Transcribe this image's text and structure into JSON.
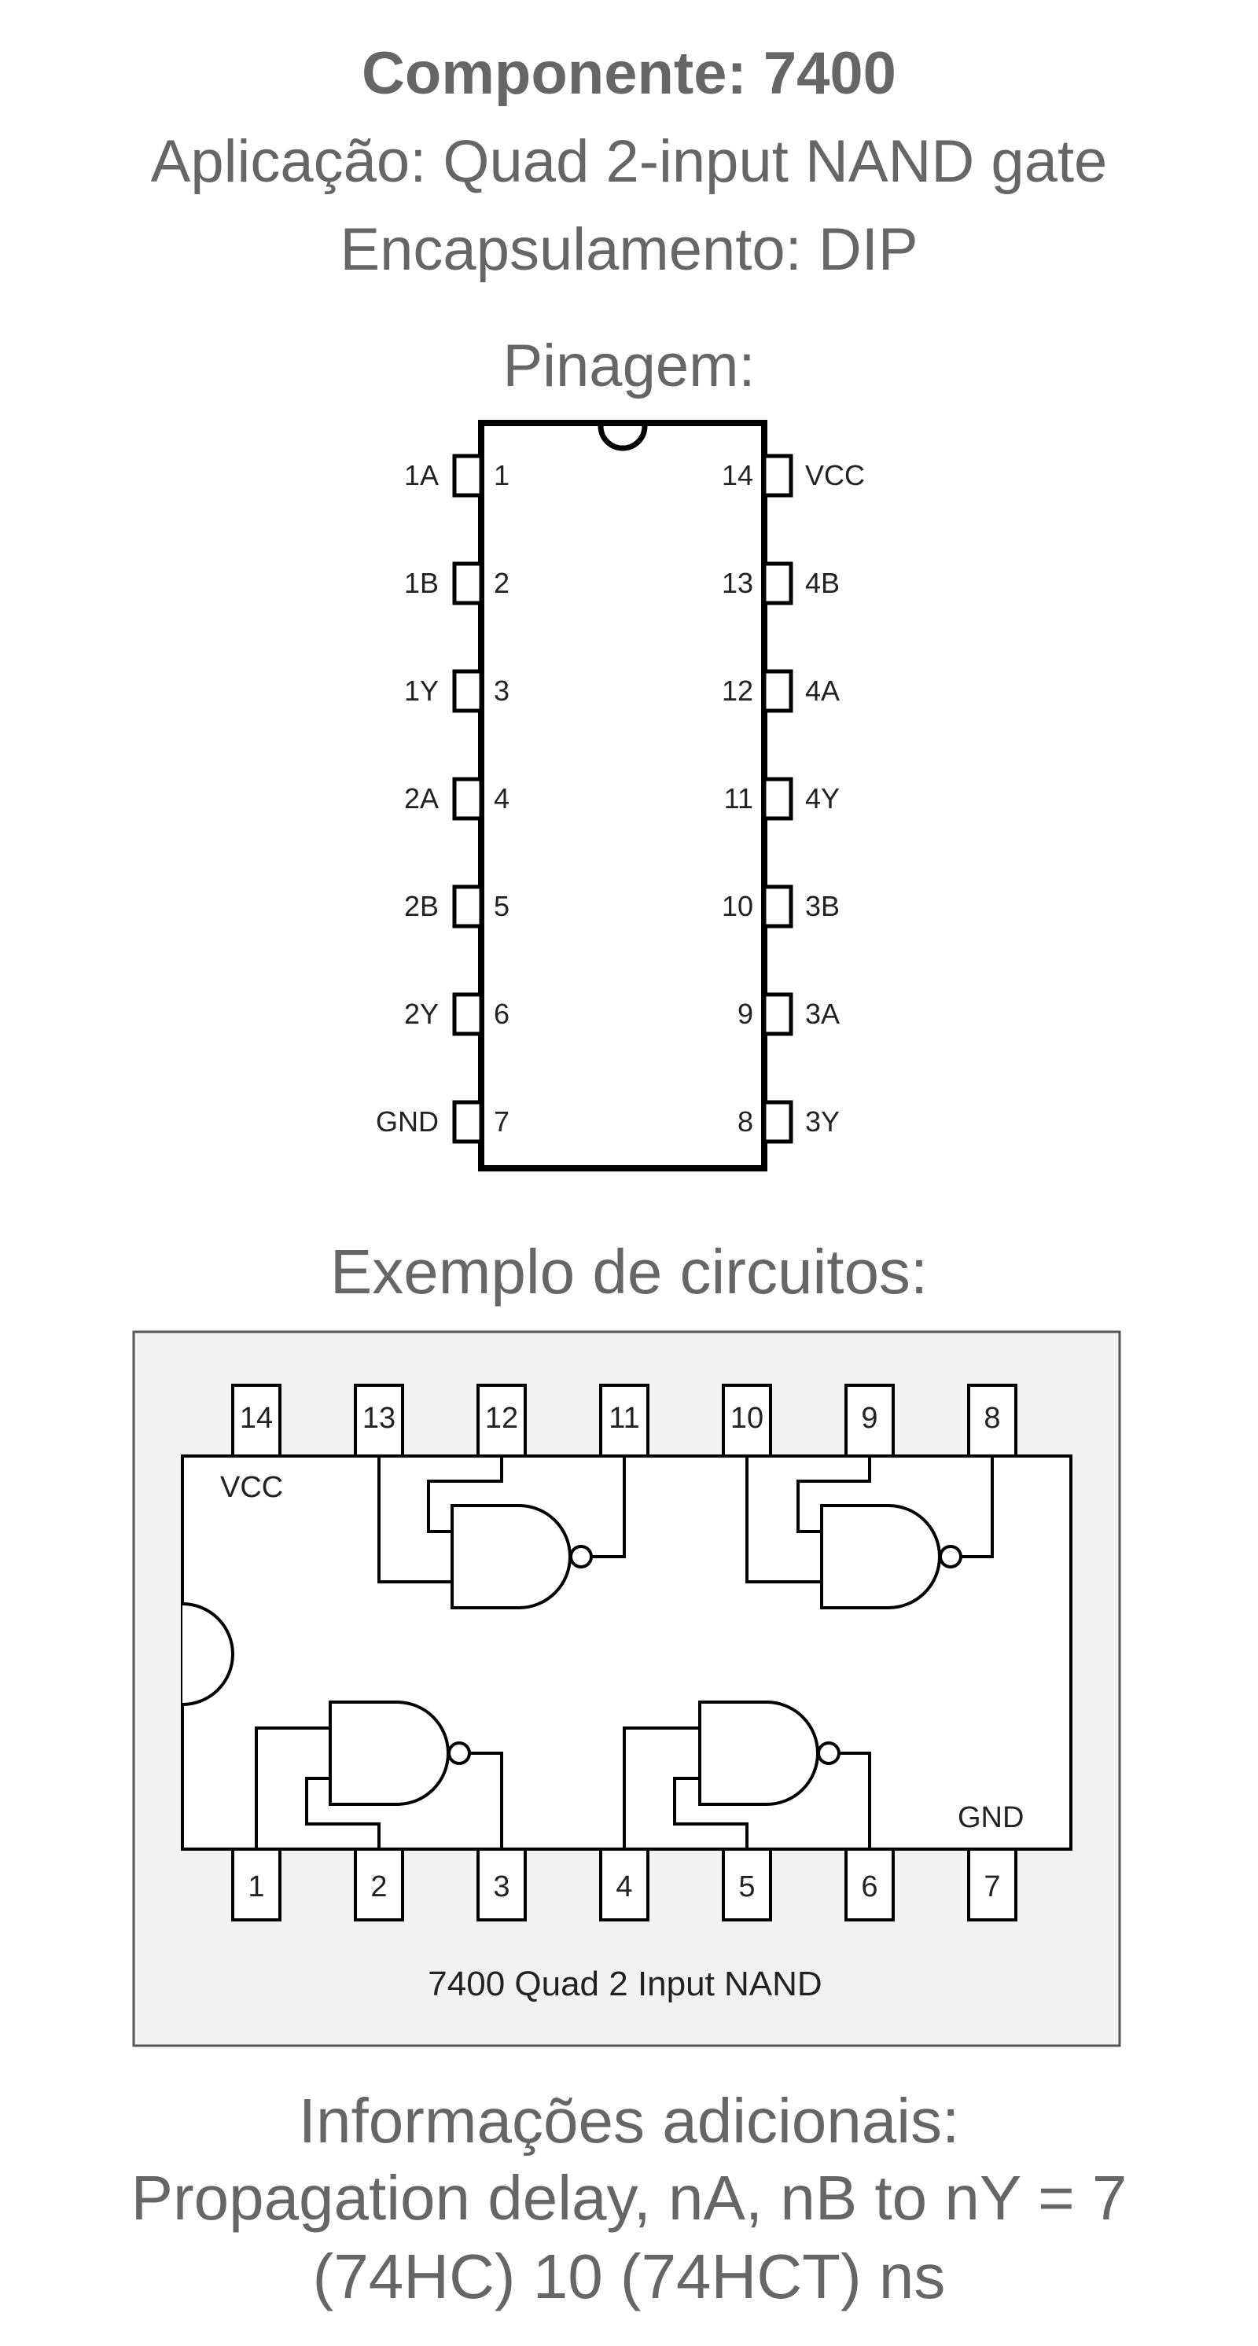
{
  "header": {
    "title": "Componente: 7400",
    "application": "Aplicação: Quad 2-input NAND gate",
    "package": "Encapsulamento: DIP"
  },
  "pinout": {
    "heading": "Pinagem:",
    "left_pins": [
      {
        "name": "1A",
        "number": "1"
      },
      {
        "name": "1B",
        "number": "2"
      },
      {
        "name": "1Y",
        "number": "3"
      },
      {
        "name": "2A",
        "number": "4"
      },
      {
        "name": "2B",
        "number": "5"
      },
      {
        "name": "2Y",
        "number": "6"
      },
      {
        "name": "GND",
        "number": "7"
      }
    ],
    "right_pins": [
      {
        "name": "VCC",
        "number": "14"
      },
      {
        "name": "4B",
        "number": "13"
      },
      {
        "name": "4A",
        "number": "12"
      },
      {
        "name": "4Y",
        "number": "11"
      },
      {
        "name": "3B",
        "number": "10"
      },
      {
        "name": "3A",
        "number": "9"
      },
      {
        "name": "3Y",
        "number": "8"
      }
    ]
  },
  "example": {
    "heading": "Exemplo de circuitos:",
    "top_pins": [
      "14",
      "13",
      "12",
      "11",
      "10",
      "9",
      "8"
    ],
    "bottom_pins": [
      "1",
      "2",
      "3",
      "4",
      "5",
      "6",
      "7"
    ],
    "vcc_label": "VCC",
    "gnd_label": "GND",
    "caption": "7400 Quad 2 Input NAND"
  },
  "info": {
    "heading": "Informações adicionais:",
    "line1": "Propagation delay, nA, nB to nY = 7",
    "line2": "(74HC) 10 (74HCT) ns"
  }
}
